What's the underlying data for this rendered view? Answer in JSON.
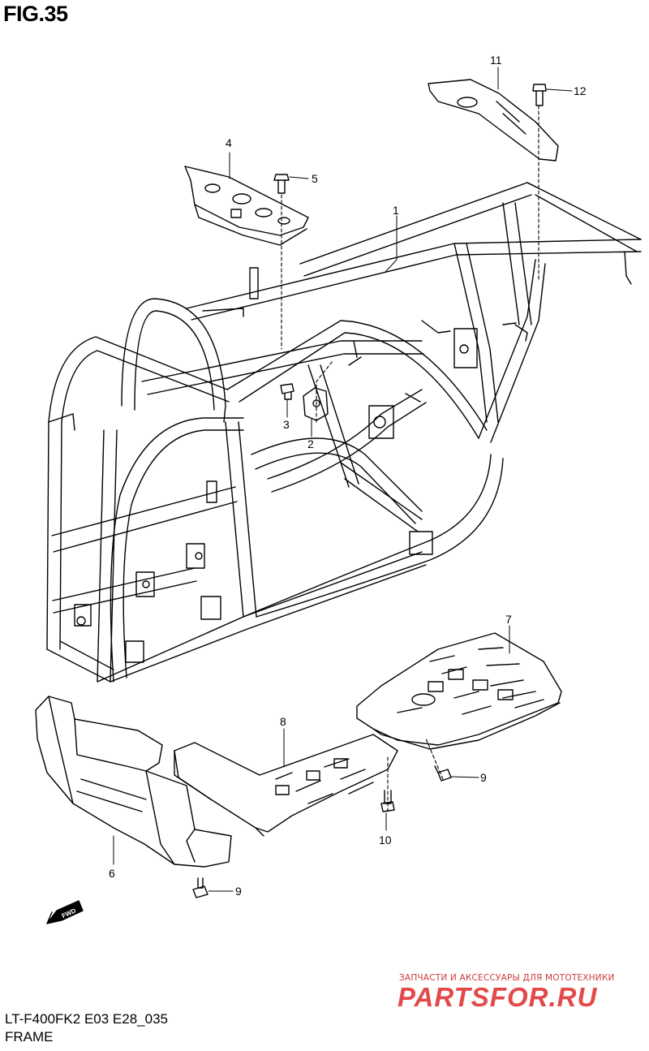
{
  "figure": {
    "title": "FIG.35"
  },
  "footer": {
    "model_code": "LT-F400FK2 E03 E28_035",
    "section_name": "FRAME"
  },
  "watermark": {
    "tagline": "ЗАПЧАСТИ И АКСЕССУАРЫ ДЛЯ МОТОТЕХНИКИ",
    "logo_text": "PARTSFOR.RU",
    "color": "#e24a4a"
  },
  "direction_indicator": {
    "label": "FWD"
  },
  "callouts": [
    {
      "id": "c1",
      "label": "1"
    },
    {
      "id": "c2",
      "label": "2"
    },
    {
      "id": "c3",
      "label": "3"
    },
    {
      "id": "c4",
      "label": "4"
    },
    {
      "id": "c5",
      "label": "5"
    },
    {
      "id": "c6",
      "label": "6"
    },
    {
      "id": "c7",
      "label": "7"
    },
    {
      "id": "c8",
      "label": "8"
    },
    {
      "id": "c9a",
      "label": "9"
    },
    {
      "id": "c9b",
      "label": "9"
    },
    {
      "id": "c10",
      "label": "10"
    },
    {
      "id": "c11",
      "label": "11"
    },
    {
      "id": "c12",
      "label": "12"
    }
  ]
}
